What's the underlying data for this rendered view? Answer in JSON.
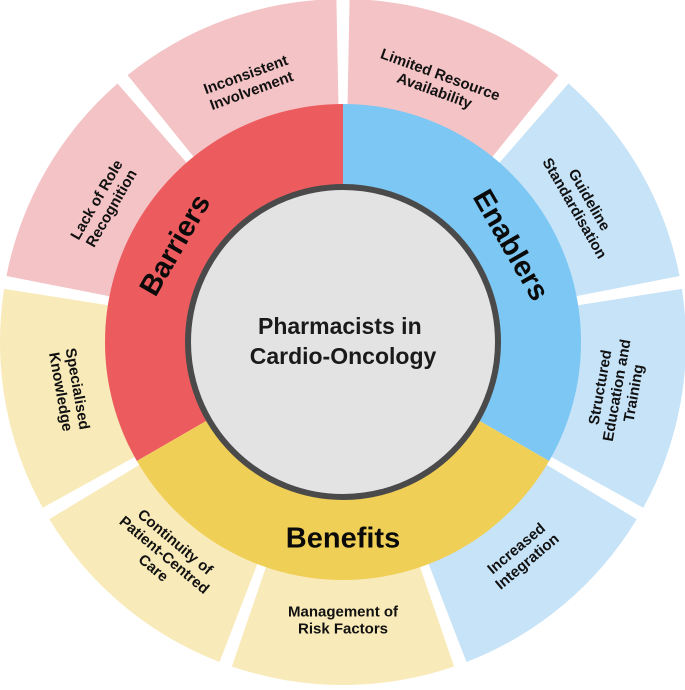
{
  "center": {
    "lines": [
      "Pharmacists in",
      "Cardio-Oncology"
    ]
  },
  "inner_ring": [
    {
      "label": "Barriers",
      "color": "#ec5c5f"
    },
    {
      "label": "Enablers",
      "color": "#7cc7f3"
    },
    {
      "label": "Benefits",
      "color": "#f0cf57"
    }
  ],
  "outer_ring": [
    {
      "group": "Barriers",
      "color": "#f4c3c5",
      "lines": [
        "Limited Resource",
        "Availability"
      ]
    },
    {
      "group": "Enablers",
      "color": "#c7e3f8",
      "lines": [
        "Guideline",
        "Standardisation"
      ]
    },
    {
      "group": "Enablers",
      "color": "#c7e3f8",
      "lines": [
        "Structured",
        "Education and",
        "Training"
      ]
    },
    {
      "group": "Enablers",
      "color": "#c7e3f8",
      "lines": [
        "Increased",
        "Integration"
      ]
    },
    {
      "group": "Benefits",
      "color": "#f9eab9",
      "lines": [
        "Management of",
        "Risk Factors"
      ]
    },
    {
      "group": "Benefits",
      "color": "#f9eab9",
      "lines": [
        "Continuity of",
        "Patient-Centred",
        "Care"
      ]
    },
    {
      "group": "Benefits",
      "color": "#f9eab9",
      "lines": [
        "Specialised",
        "Knowledge"
      ]
    },
    {
      "group": "Barriers",
      "color": "#f4c3c5",
      "lines": [
        "Lack of Role",
        "Recognition"
      ]
    },
    {
      "group": "Barriers",
      "color": "#f4c3c5",
      "lines": [
        "Inconsistent",
        "Involvement"
      ]
    }
  ],
  "colors": {
    "center_fill": "#e3e3e3",
    "center_stroke": "#4a4a4a",
    "separator": "#ffffff"
  }
}
